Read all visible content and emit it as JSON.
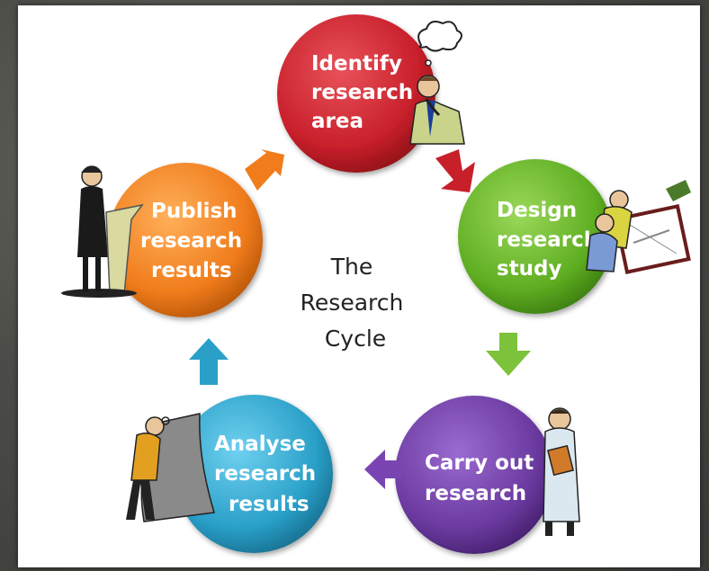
{
  "title": {
    "line1": "The",
    "line2": "Research",
    "line3": "Cycle"
  },
  "stages": [
    {
      "id": "identify",
      "lines": [
        "Identify",
        "research",
        "area"
      ],
      "color": "#c8202b"
    },
    {
      "id": "design",
      "lines": [
        "Design",
        "research",
        "study"
      ],
      "color": "#5fae22"
    },
    {
      "id": "carry",
      "lines": [
        "Carry out",
        "research"
      ],
      "color": "#6b3aa0"
    },
    {
      "id": "analyse",
      "lines": [
        "Analyse",
        "research",
        "results"
      ],
      "color": "#2aa0c8"
    },
    {
      "id": "publish",
      "lines": [
        "Publish",
        "research",
        "results"
      ],
      "color": "#f07c1c"
    }
  ],
  "icons": [
    "thinking-man-icon",
    "designers-at-table-icon",
    "scientist-with-clipboard-icon",
    "person-reading-paper-icon",
    "speaker-at-podium-icon"
  ]
}
